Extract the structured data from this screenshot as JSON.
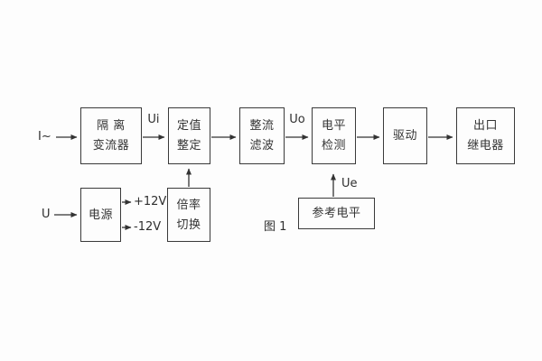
{
  "figure": {
    "caption": "图 1",
    "background": "#fdfdfd",
    "line_color": "#333333"
  },
  "blocks": {
    "isolation": {
      "line1": "隔 离",
      "line2": "变流器"
    },
    "setting": {
      "line1": "定值",
      "line2": "整定"
    },
    "rectify": {
      "line1": "整流",
      "line2": "滤波"
    },
    "level_detect": {
      "line1": "电平",
      "line2": "检测"
    },
    "drive": {
      "line1": "驱动"
    },
    "output_relay": {
      "line1": "出口",
      "line2": "继电器"
    },
    "power": {
      "line1": "电源"
    },
    "ratio_switch": {
      "line1": "倍率",
      "line2": "切换"
    },
    "reference_level": {
      "line1": "参考电平"
    }
  },
  "labels": {
    "input_current": "I~",
    "input_voltage": "U",
    "signal_ui": "Ui",
    "signal_uo": "Uo",
    "signal_ue": "Ue",
    "rail_positive": "+12V",
    "rail_negative": "-12V"
  }
}
